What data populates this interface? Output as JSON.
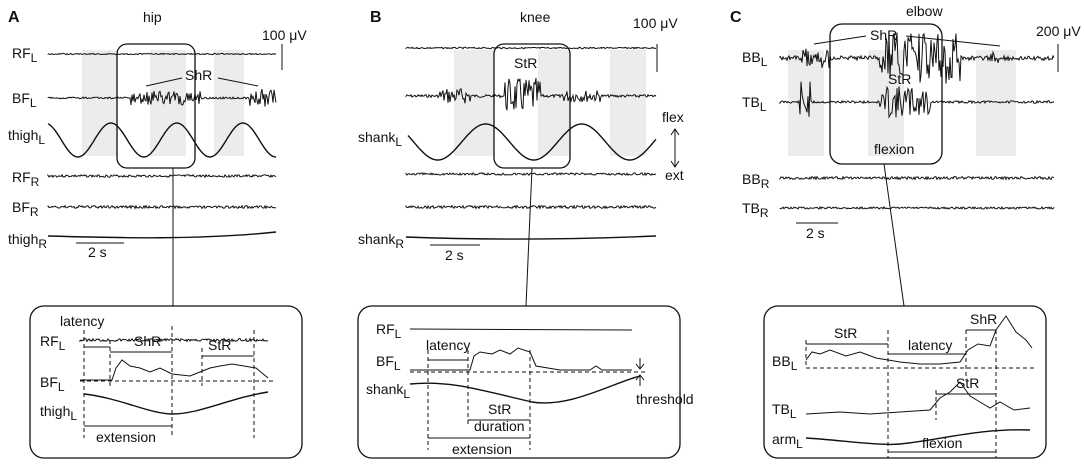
{
  "panels": [
    {
      "id": "A",
      "letter": "A",
      "joint": "hip",
      "scale": "100 μV",
      "time_scale": "2 s",
      "traces": [
        {
          "base": "RF",
          "sub": "L"
        },
        {
          "base": "BF",
          "sub": "L"
        },
        {
          "base": "thigh",
          "sub": "L"
        },
        {
          "base": "RF",
          "sub": "R"
        },
        {
          "base": "BF",
          "sub": "R"
        },
        {
          "base": "thigh",
          "sub": "R"
        }
      ],
      "annotations": {
        "reflex": "ShR"
      },
      "inset": {
        "traces": [
          {
            "base": "RF",
            "sub": "L"
          },
          {
            "base": "BF",
            "sub": "L"
          },
          {
            "base": "thigh",
            "sub": "L"
          }
        ],
        "latency": "latency",
        "shr": "ShR",
        "str": "StR",
        "extension": "extension"
      }
    },
    {
      "id": "B",
      "letter": "B",
      "joint": "knee",
      "scale": "100 μV",
      "time_scale": "2 s",
      "flex": "flex",
      "ext": "ext",
      "traces": [
        {
          "base": "shank",
          "sub": "L"
        },
        {
          "base": "shank",
          "sub": "R"
        }
      ],
      "annotations": {
        "reflex": "StR"
      },
      "inset": {
        "traces": [
          {
            "base": "RF",
            "sub": "L"
          },
          {
            "base": "BF",
            "sub": "L"
          },
          {
            "base": "shank",
            "sub": "L"
          }
        ],
        "latency": "latency",
        "str": "StR",
        "duration": "duration",
        "extension": "extension",
        "threshold": "threshold"
      }
    },
    {
      "id": "C",
      "letter": "C",
      "joint": "elbow",
      "scale": "200 μV",
      "time_scale": "2 s",
      "traces": [
        {
          "base": "BB",
          "sub": "L"
        },
        {
          "base": "TB",
          "sub": "L"
        },
        {
          "base": "BB",
          "sub": "R"
        },
        {
          "base": "TB",
          "sub": "R"
        }
      ],
      "annotations": {
        "reflex": "ShR",
        "reflex2": "StR",
        "phase": "flexion"
      },
      "inset": {
        "traces": [
          {
            "base": "BB",
            "sub": "L"
          },
          {
            "base": "TB",
            "sub": "L"
          },
          {
            "base": "arm",
            "sub": "L"
          }
        ],
        "str": "StR",
        "latency": "latency",
        "shr": "ShR",
        "str2": "StR",
        "flexion": "flexion"
      }
    }
  ]
}
